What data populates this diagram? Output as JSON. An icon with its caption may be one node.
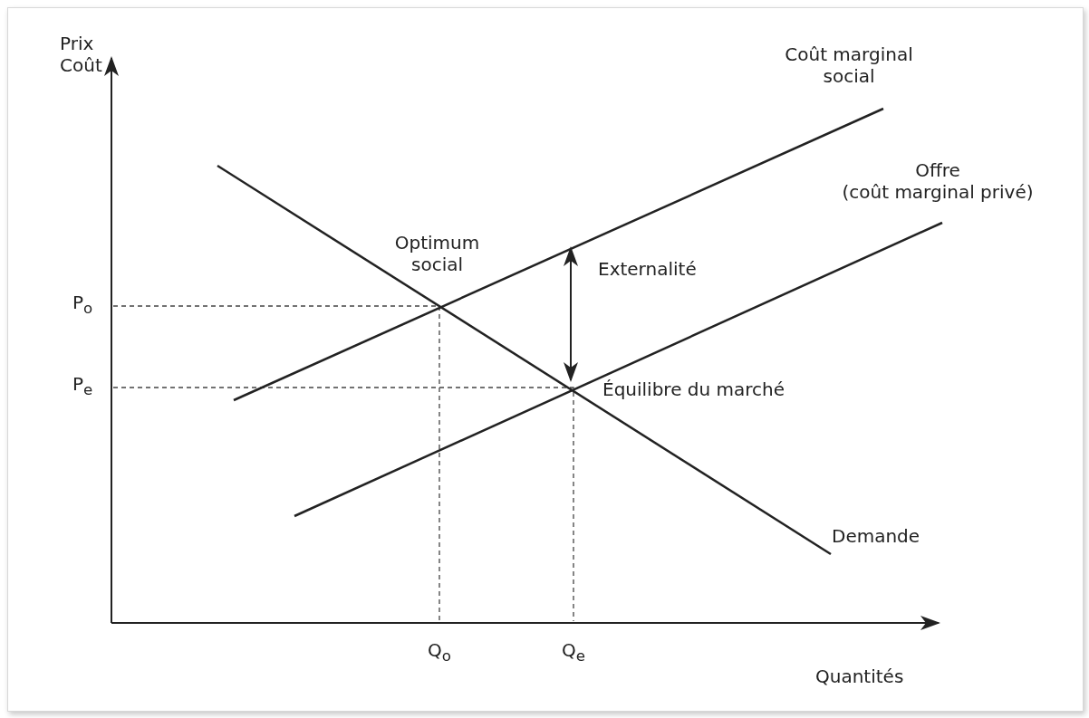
{
  "diagram": {
    "labels": [
      "Prix Coût",
      "Coût marginal social",
      "Offre",
      "(coût marginal privé)",
      "Optimum social",
      "Externalité",
      "P$_{o}$",
      "P$_{e}$",
      "Équilibre du marché",
      "Demande",
      "Q$_{o}$",
      "Q$_{e}$",
      "Quantités"
    ]
  }
}
